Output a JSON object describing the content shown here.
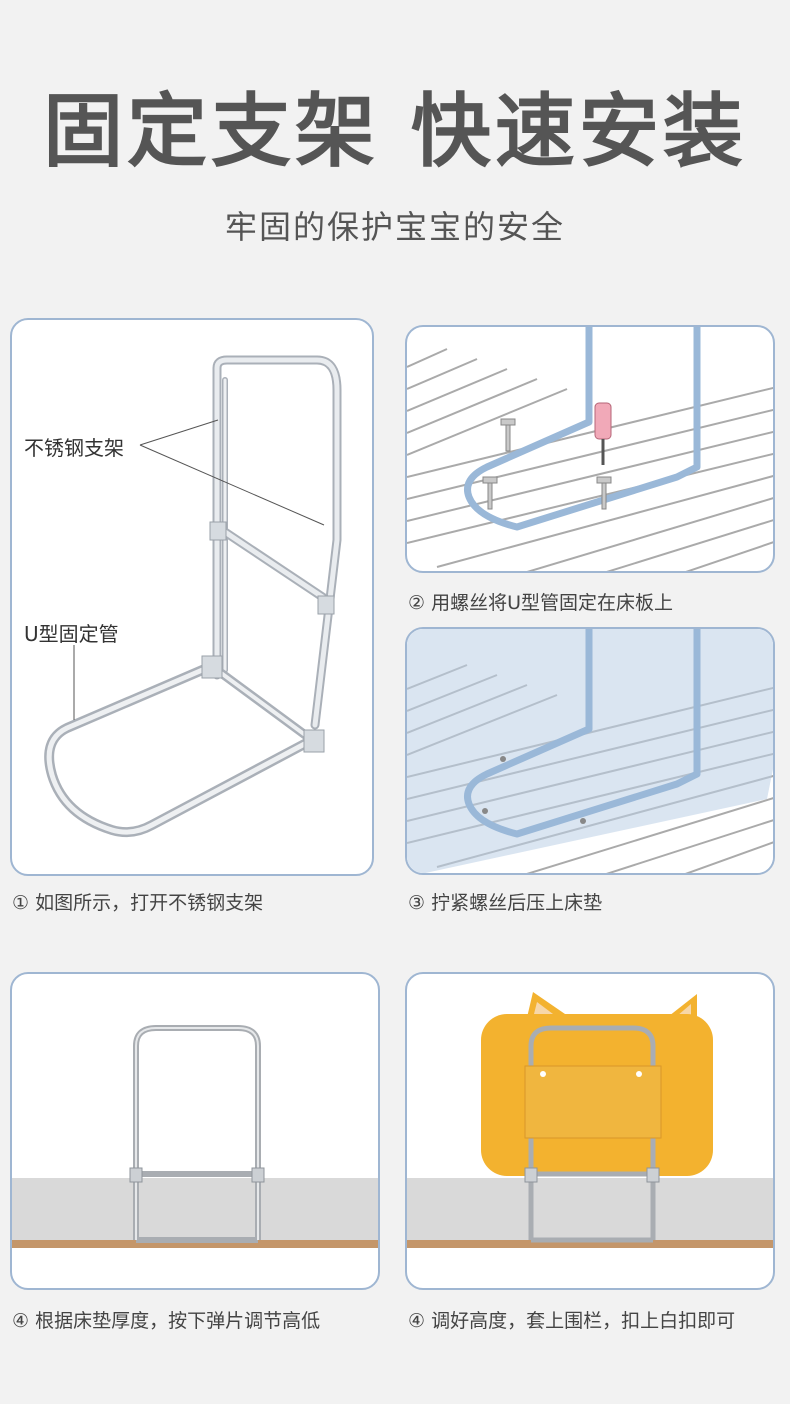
{
  "header": {
    "title": "固定支架 快速安装",
    "subtitle": "牢固的保护宝宝的安全"
  },
  "panel_1": {
    "label_frame": "不锈钢支架",
    "label_tube": "U型固定管",
    "caption": "① 如图所示，打开不锈钢支架"
  },
  "panel_2": {
    "caption": "② 用螺丝将U型管固定在床板上"
  },
  "panel_3": {
    "caption": "③ 拧紧螺丝后压上床垫"
  },
  "panel_4": {
    "caption": "④ 根据床垫厚度，按下弹片调节高低"
  },
  "panel_5": {
    "caption": "④ 调好高度，套上围栏，扣上白扣即可"
  },
  "colors": {
    "card_border": "#9fb6d2",
    "u_tube": "#9ab8d8",
    "rail_yellow": "#f3b22f",
    "wood": "#c4966a"
  }
}
